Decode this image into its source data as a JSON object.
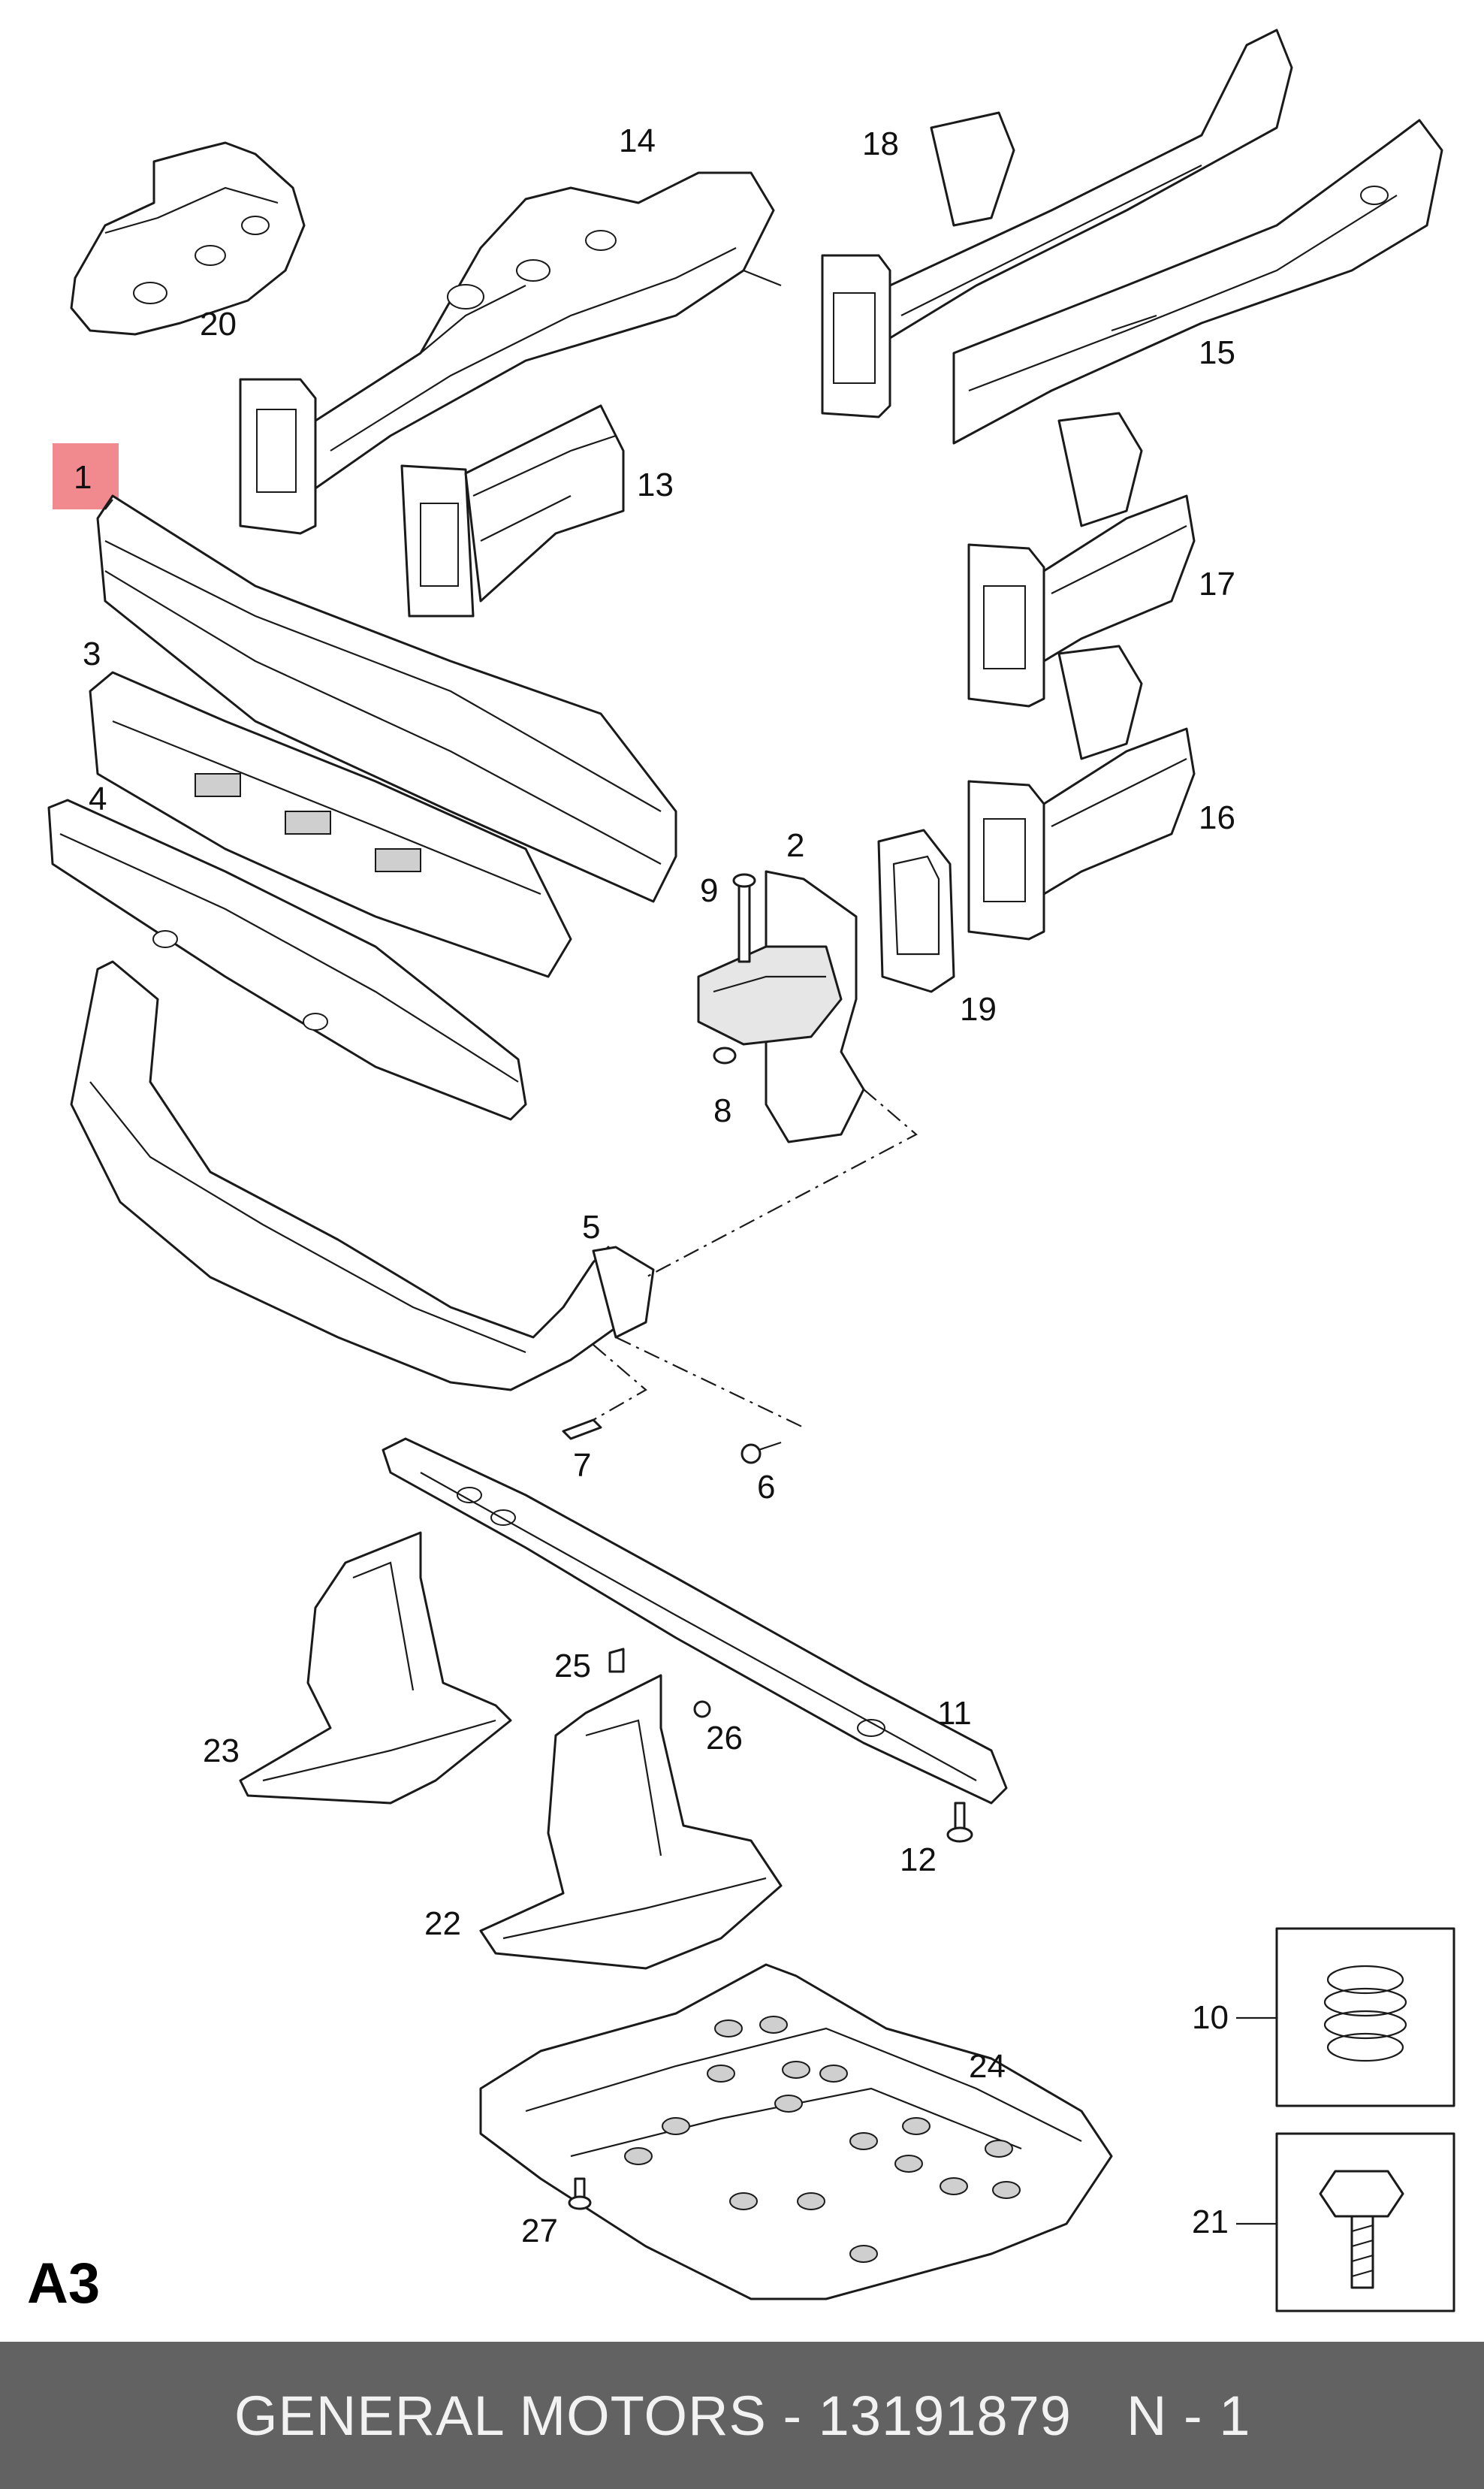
{
  "diagram": {
    "page_code": "A3",
    "highlighted_callout": "1",
    "highlight_color": "#f08a8f",
    "callouts": {
      "c1": "1",
      "c2": "2",
      "c3": "3",
      "c4": "4",
      "c5": "5",
      "c6": "6",
      "c7": "7",
      "c8": "8",
      "c9": "9",
      "c10": "10",
      "c11": "11",
      "c12": "12",
      "c13": "13",
      "c14": "14",
      "c15": "15",
      "c16": "16",
      "c17": "17",
      "c18": "18",
      "c19": "19",
      "c20": "20",
      "c21": "21",
      "c22": "22",
      "c23": "23",
      "c24": "24",
      "c25": "25",
      "c26": "26",
      "c27": "27"
    }
  },
  "footer": {
    "brand_part": "GENERAL MOTORS - 13191879",
    "qty": "N - 1",
    "background": "#626262"
  }
}
